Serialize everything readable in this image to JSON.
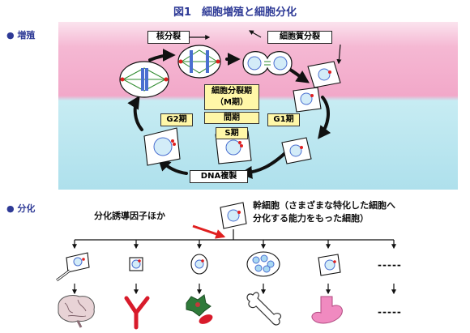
{
  "title": "図1　細胞増殖と細胞分化",
  "sections": {
    "proliferation": "● 増殖",
    "differentiation": "● 分化"
  },
  "cycle": {
    "nuclear_division": "核分裂",
    "cytokinesis": "細胞質分裂",
    "m_phase_line1": "細胞分裂期",
    "m_phase_line2": "（M期）",
    "interphase": "間期",
    "s_phase": "S期",
    "g1_phase": "G1期",
    "g2_phase": "G2期",
    "dna_replication": "DNA複製"
  },
  "differentiation": {
    "factor_label": "分化誘導因子ほか",
    "stem_cell_line1": "幹細胞（さまざまな特化した細胞へ",
    "stem_cell_line2": "分化する能力をもった細胞）",
    "ellipsis_top": "-----",
    "ellipsis_bottom": "-----"
  },
  "colors": {
    "title": "#2e3a96",
    "band_pink": "#f7c6dc",
    "band_blue": "#bde6ef",
    "arrow_red": "#e02020",
    "highlight_yellow": "#fff7a8"
  }
}
